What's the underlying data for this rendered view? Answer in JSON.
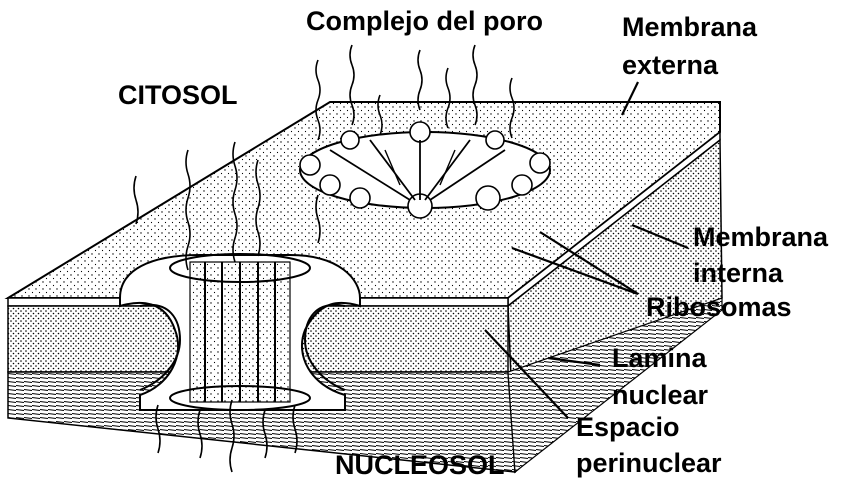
{
  "labels": {
    "pore_complex": "Complejo del poro",
    "outer_membrane_line1": "Membrana",
    "outer_membrane_line2": "externa",
    "cytosol": "CITOSOL",
    "inner_membrane_line1": "Membrana",
    "inner_membrane_line2": "interna",
    "ribosomes": "Ribosomas",
    "lamina_line1": "Lamina",
    "lamina_line2": "nuclear",
    "perinuclear_line1": "Espacio",
    "perinuclear_line2": "perinuclear",
    "nucleosol": "NUCLEOSOL"
  }
}
